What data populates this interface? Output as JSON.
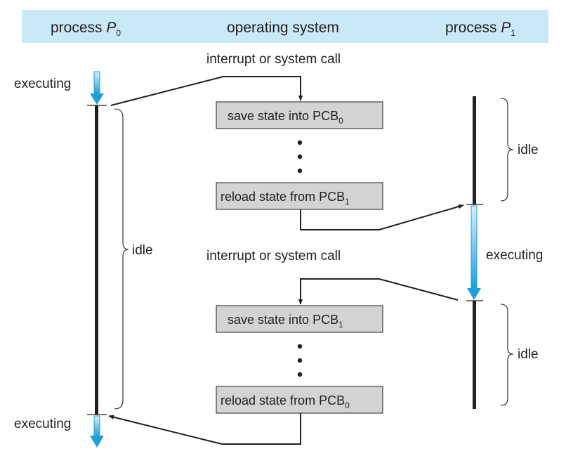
{
  "header": {
    "p0_prefix": "process ",
    "p0_letter": "P",
    "p0_sub": "0",
    "os": "operating system",
    "p1_prefix": "process ",
    "p1_letter": "P",
    "p1_sub": "1"
  },
  "labels": {
    "interrupt_top": "interrupt or system call",
    "interrupt_mid": "interrupt or system call",
    "executing_p0_top": "executing",
    "executing_p0_bottom": "executing",
    "executing_p1": "executing",
    "idle_p0": "idle",
    "idle_p1_top": "idle",
    "idle_p1_bottom": "idle"
  },
  "boxes": {
    "save0": {
      "text": "save state into PCB",
      "sub": "0"
    },
    "reload1": {
      "text": "reload state from PCB",
      "sub": "1"
    },
    "save1": {
      "text": "save state into PCB",
      "sub": "1"
    },
    "reload0": {
      "text": "reload state from PCB",
      "sub": "0"
    }
  },
  "colors": {
    "header_band": "#c9e9f6",
    "box_fill": "#d1d3d4",
    "arrow_blue_light": "#d7eef8",
    "arrow_blue_dark": "#1f9fd8",
    "line": "#231f20"
  }
}
